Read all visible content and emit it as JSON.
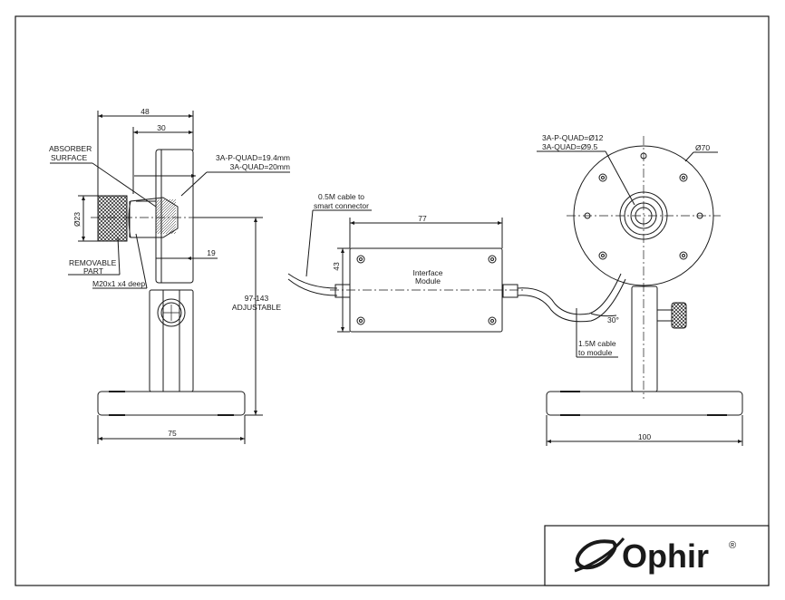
{
  "dimensions": {
    "width_48": "48",
    "width_30": "30",
    "dia_23": "Ø23",
    "dim_19": "19",
    "height_label": "97-143",
    "adjustable_label": "ADJUSTABLE",
    "base_75": "75",
    "module_77": "77",
    "module_43": "43",
    "base_100": "100",
    "dia_70": "Ø70",
    "angle_30": "30°"
  },
  "labels": {
    "absorber_line1": "ABSORBER",
    "absorber_line2": "SURFACE",
    "removable_line1": "REMOVABLE",
    "removable_line2": "PART",
    "thread": "M20x1 x4 deep",
    "depth_line1": "3A-P-QUAD=19.4mm",
    "depth_line2": "3A-QUAD=20mm",
    "cable_short_line1": "0.5M cable to",
    "cable_short_line2": "smart connector",
    "module_line1": "Interface",
    "module_line2": "Module",
    "aperture_line1": "3A-P-QUAD=Ø12",
    "aperture_line2": "3A-QUAD=Ø9.5",
    "cable_long_line1": "1.5M cable",
    "cable_long_line2": "to module"
  },
  "brand": {
    "name": "Ophir",
    "mark": "®"
  },
  "colors": {
    "line": "#1a1a1a",
    "paper": "#ffffff"
  }
}
